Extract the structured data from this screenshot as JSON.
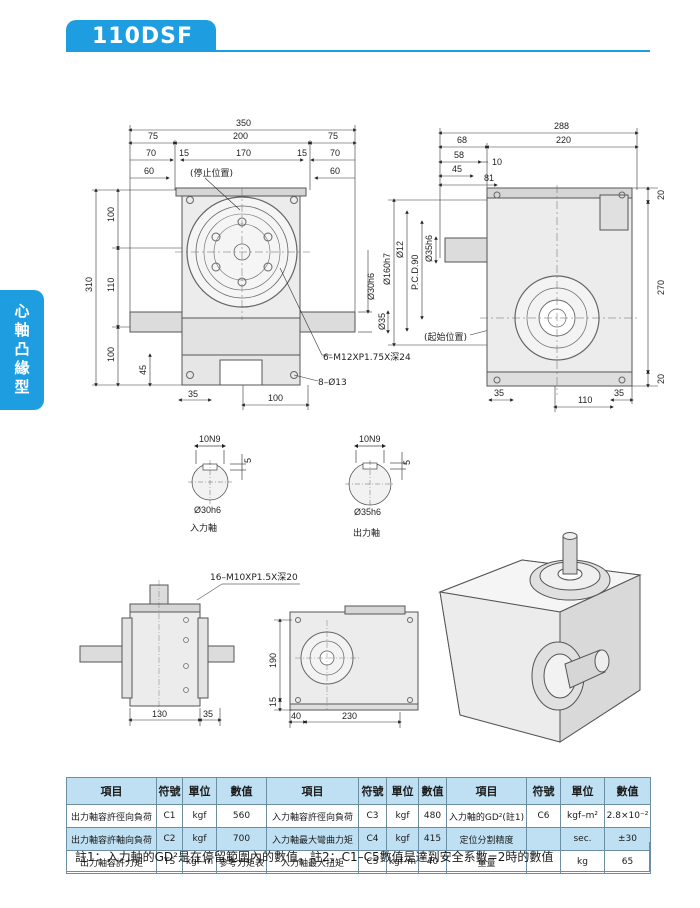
{
  "header": {
    "title": "110DSF"
  },
  "side_tab": {
    "label": "心軸凸緣型"
  },
  "front_view": {
    "dims": [
      "350",
      "75",
      "200",
      "75",
      "70",
      "15",
      "170",
      "15",
      "70",
      "60",
      "60",
      "100",
      "110",
      "100",
      "310",
      "45",
      "35",
      "100"
    ],
    "labels": {
      "stop": "(停止位置)",
      "thread": "6–M12XP1.75X深24",
      "holes": "8–Ø13",
      "shaft_dia": "Ø30h6",
      "shaft_len": "Ø35"
    }
  },
  "side_view": {
    "dims": [
      "288",
      "68",
      "220",
      "58",
      "10",
      "45",
      "81",
      "20",
      "270",
      "20",
      "35",
      "110",
      "35"
    ],
    "labels": {
      "flange": "Ø160h7",
      "d12": "Ø12",
      "pcd": "P.C.D.90",
      "shaft": "Ø35h6",
      "start": "(起始位置)"
    }
  },
  "input_shaft": {
    "key": "10N9",
    "key_depth": "5",
    "dia": "Ø30h6",
    "caption": "入力軸"
  },
  "output_shaft": {
    "key": "10N9",
    "key_depth": "5",
    "dia": "Ø35h6",
    "caption": "出力軸"
  },
  "bottom_front": {
    "thread": "16–M10XP1.5X深20",
    "d130": "130",
    "d35": "35"
  },
  "bottom_side": {
    "d190": "190",
    "d15": "15",
    "d40": "40",
    "d230": "230"
  },
  "table": {
    "headers": [
      "項目",
      "符號",
      "單位",
      "數值",
      "項目",
      "符號",
      "單位",
      "數值",
      "項目",
      "符號",
      "單位",
      "數值"
    ],
    "rows": [
      [
        "出力軸容許徑向負荷",
        "C1",
        "kgf",
        "560",
        "入力軸容許徑向負荷",
        "C3",
        "kgf",
        "480",
        "入力軸的GD²(註1)",
        "C6",
        "kgf–m²",
        "2.8×10⁻²"
      ],
      [
        "出力軸容許軸向負荷",
        "C2",
        "kgf",
        "700",
        "入力軸最大彎曲力矩",
        "C4",
        "kgf",
        "415",
        "定位分割精度",
        "",
        "sec.",
        "±30"
      ],
      [
        "出力軸容許力矩",
        "TS",
        "kgf–m",
        "參考力矩表",
        "入力軸最大扭矩",
        "C5",
        "kgf–m",
        "40",
        "重量",
        "",
        "kg",
        "65"
      ]
    ],
    "note": "註1：入力軸的GD²是在停留範圍內的數值。註2：C1–C5數值是達到安全系數=2時的數值"
  }
}
